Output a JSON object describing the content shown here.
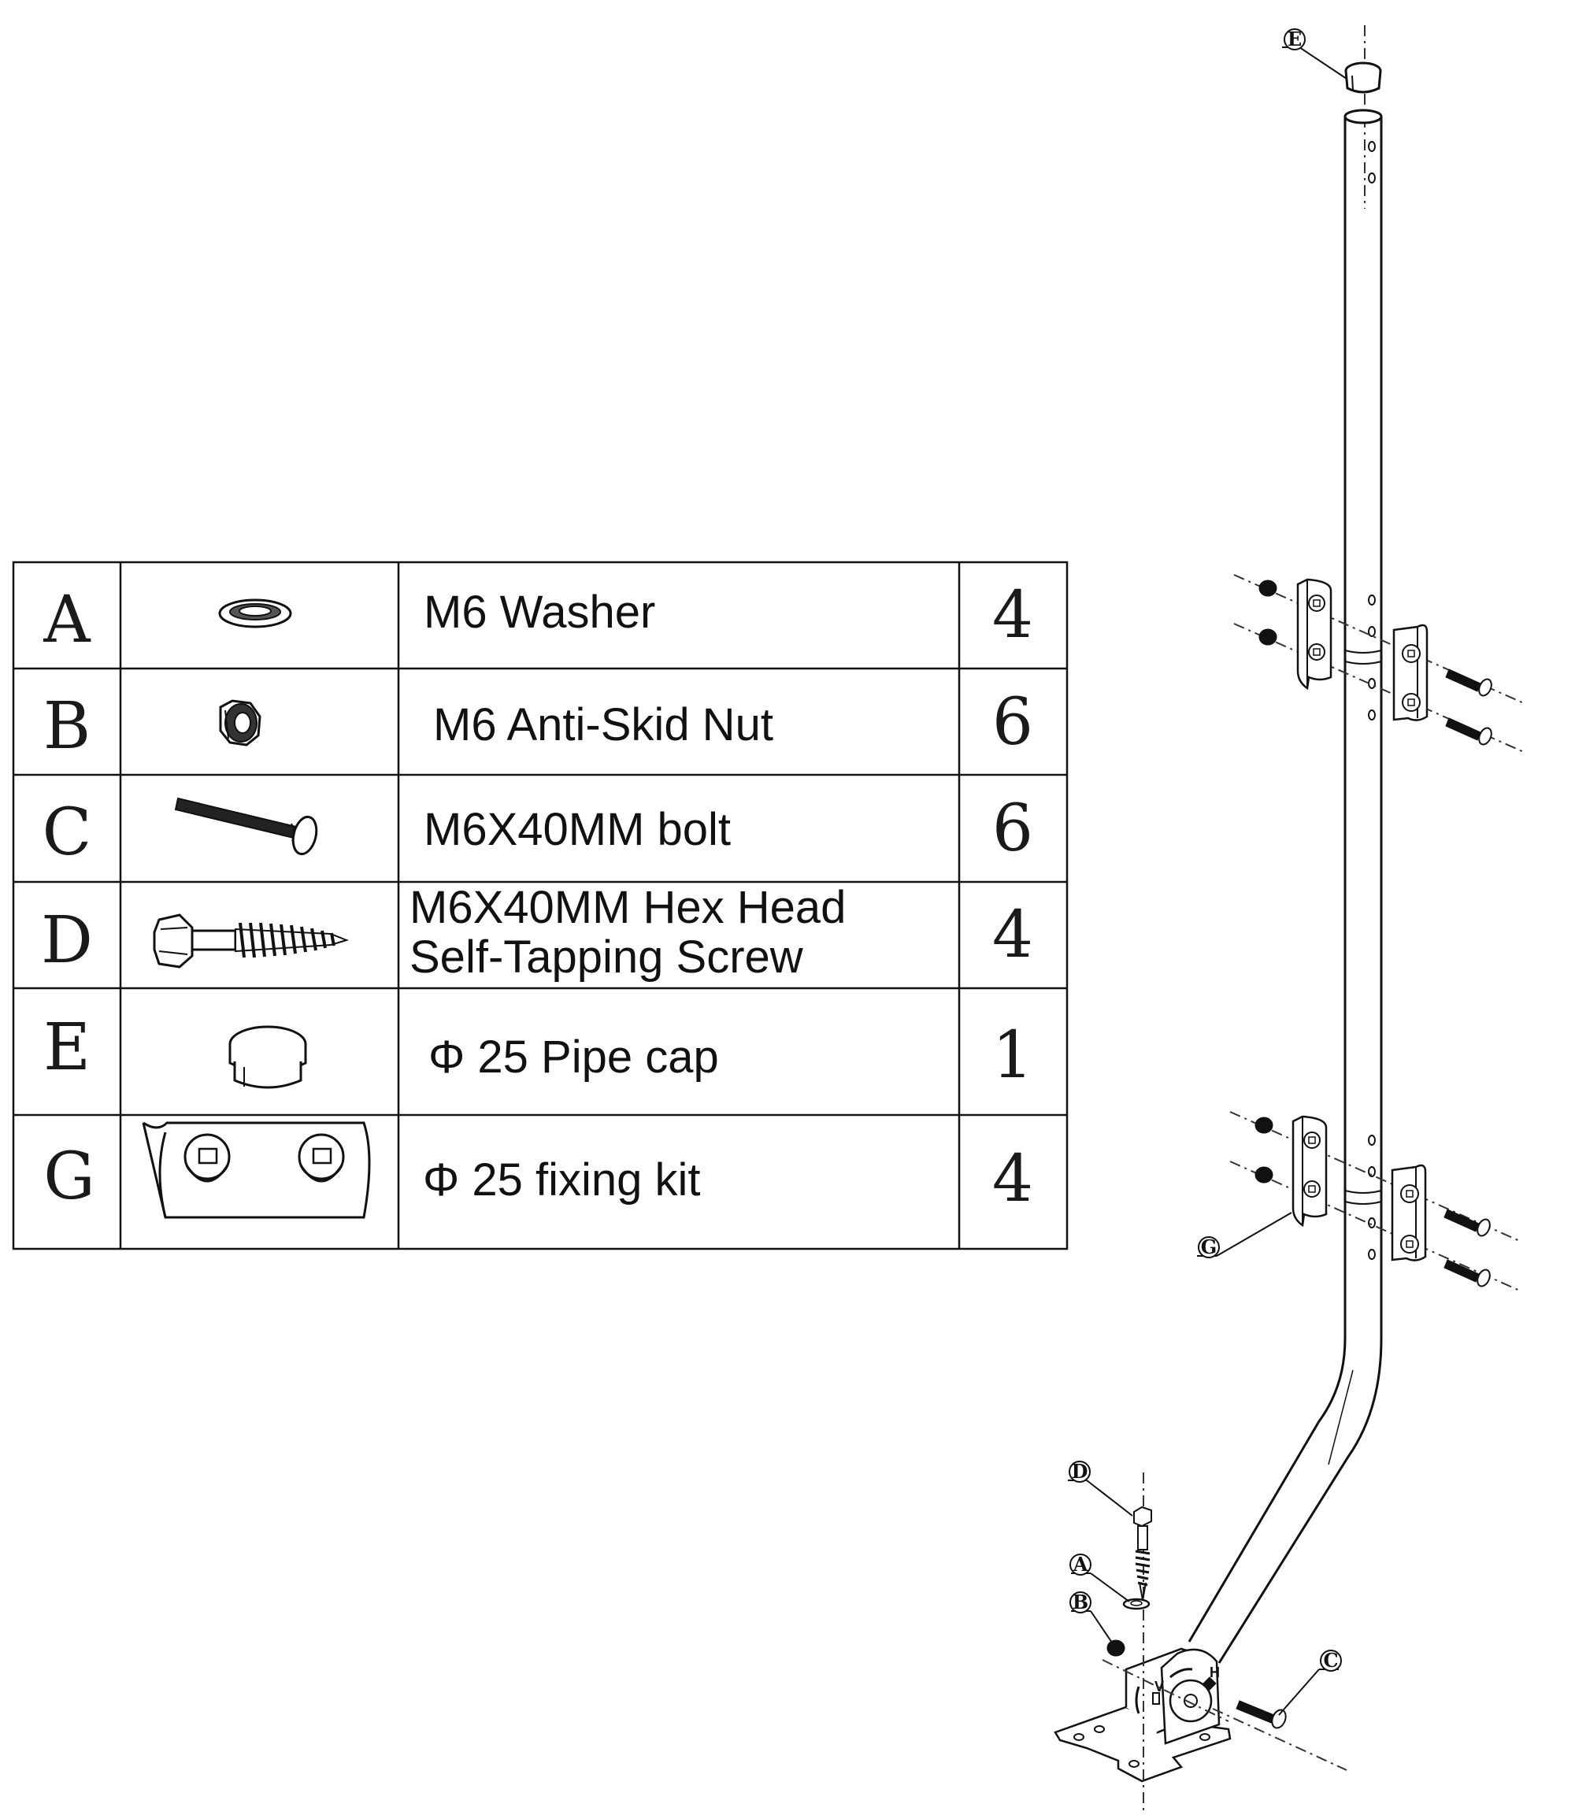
{
  "parts_table": {
    "rows": [
      {
        "letter": "A",
        "description": [
          "M6 Washer"
        ],
        "quantity": "4",
        "icon": "washer-icon"
      },
      {
        "letter": "B",
        "description": [
          "M6 Anti-Skid Nut"
        ],
        "quantity": "6",
        "icon": "nut-icon"
      },
      {
        "letter": "C",
        "description": [
          "M6X40MM bolt"
        ],
        "quantity": "6",
        "icon": "bolt-icon"
      },
      {
        "letter": "D",
        "description": [
          "M6X40MM Hex Head",
          "Self-Tapping Screw"
        ],
        "quantity": "4",
        "icon": "screw-icon"
      },
      {
        "letter": "E",
        "description": [
          "Φ 25 Pipe cap"
        ],
        "quantity": "1",
        "icon": "pipe-cap-icon"
      },
      {
        "letter": "G",
        "description": [
          "Φ 25 fixing kit"
        ],
        "quantity": "4",
        "icon": "fixing-kit-icon"
      }
    ]
  },
  "callouts": {
    "e": "E",
    "g": "G",
    "d": "D",
    "a": "A",
    "b": "B",
    "c": "C"
  }
}
